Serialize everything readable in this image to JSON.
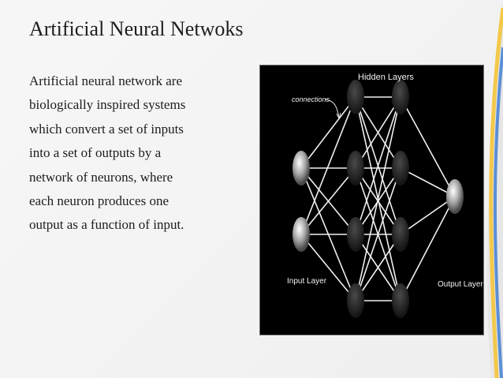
{
  "slide": {
    "title": "Artificial Neural Netwoks",
    "body_lines": [
      "Artificial neural network are",
      "biologically inspired systems",
      "which convert a set of inputs",
      "into a set of outputs by a",
      "network of neurons, where",
      "each neuron produces one",
      "output as a function of input."
    ]
  },
  "figure": {
    "hidden_label": "Hidden Layers",
    "connections_label": "connections",
    "input_label": "Input Layer",
    "output_label": "Output Layer",
    "accent_colors": [
      "#d9d9d9",
      "#f3c84b",
      "#5b8fd6"
    ]
  }
}
